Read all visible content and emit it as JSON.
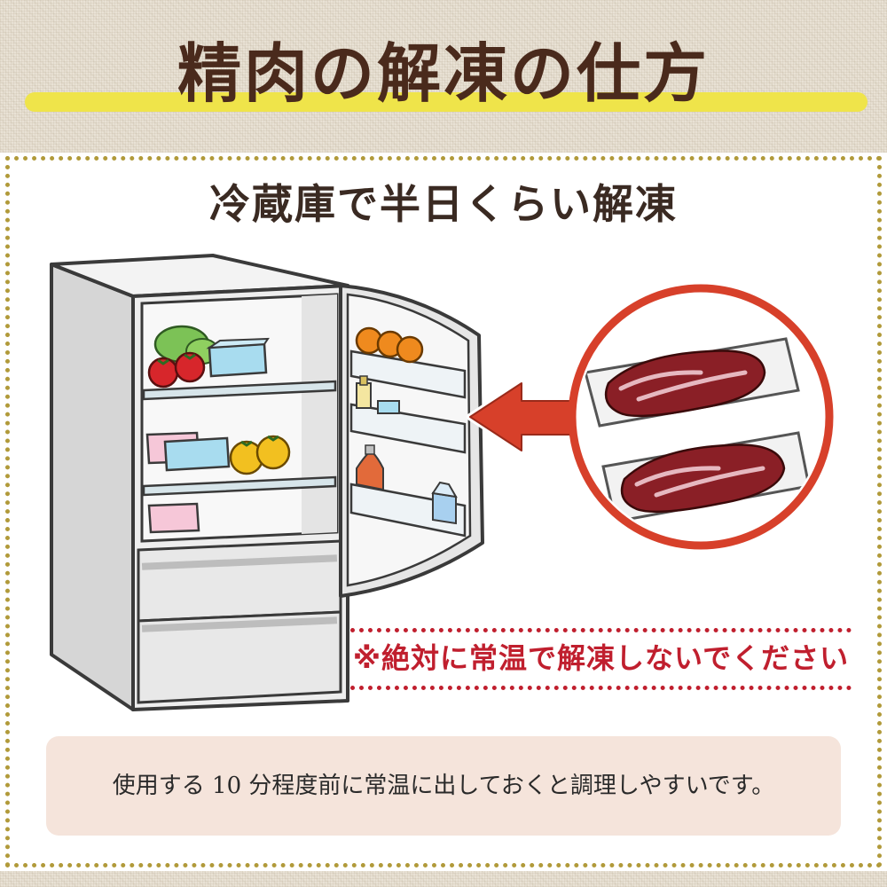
{
  "header": {
    "title": "精肉の解凍の仕方"
  },
  "panel": {
    "subtitle": "冷蔵庫で半日くらい解凍",
    "warning": "※絶対に常温で解凍しないでください",
    "note": "使用する 10 分程度前に常温に出しておくと調理しやすいです。"
  },
  "colors": {
    "title_brown": "#4a2a1c",
    "highlight_yellow": "#efe44a",
    "warning_red": "#c01f2e",
    "note_bg": "#f5e4db",
    "border_gold": "#b19a3a",
    "arrow_red": "#d7402a"
  },
  "illustration": {
    "icons": [
      "refrigerator-icon",
      "arrow-left-icon",
      "meat-tray-icon",
      "tomato-icon",
      "lettuce-icon",
      "orange-icon",
      "bottle-icon",
      "milk-carton-icon"
    ]
  }
}
